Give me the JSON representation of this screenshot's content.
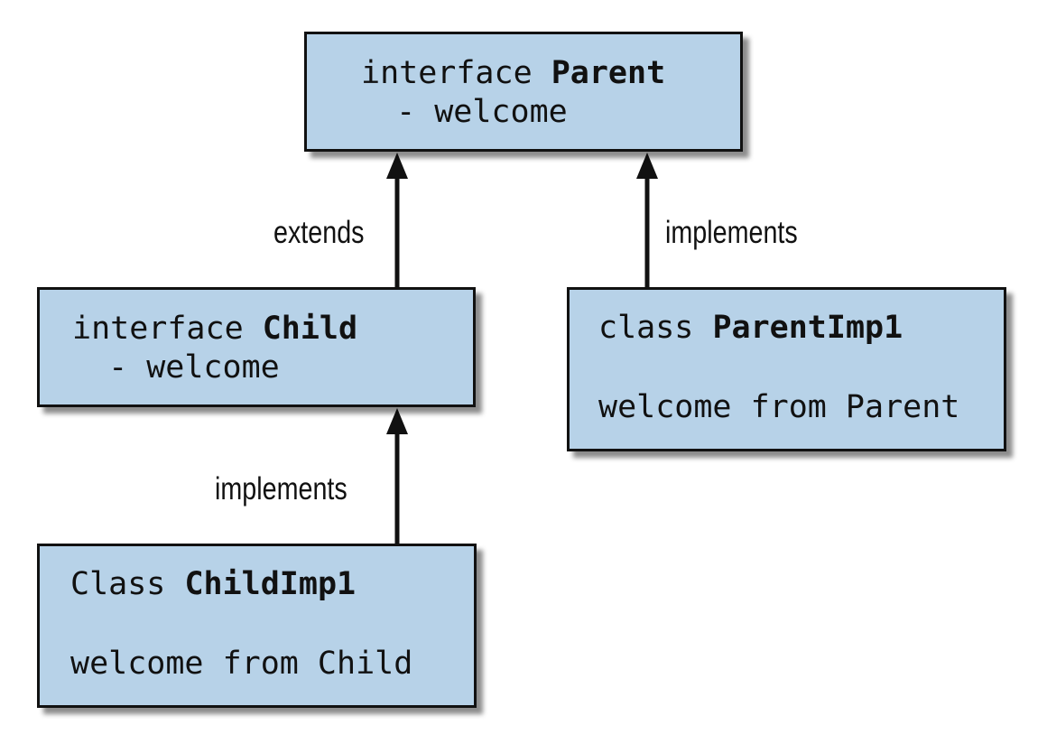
{
  "boxes": {
    "parent": {
      "keyword": "interface ",
      "name": "Parent",
      "member": " - welcome"
    },
    "child": {
      "keyword": "interface ",
      "name": "Child",
      "member": " - welcome"
    },
    "parent_impl": {
      "keyword": "class ",
      "name": "ParentImp1",
      "body": "welcome from Parent"
    },
    "child_impl": {
      "keyword": "Class ",
      "name": "ChildImp1",
      "body": "welcome from Child"
    }
  },
  "edges": {
    "child_to_parent": "extends",
    "parentimpl_to_parent": "implements",
    "childimpl_to_child": "implements"
  },
  "colors": {
    "box_fill": "#b7d2e8",
    "stroke": "#111111"
  }
}
